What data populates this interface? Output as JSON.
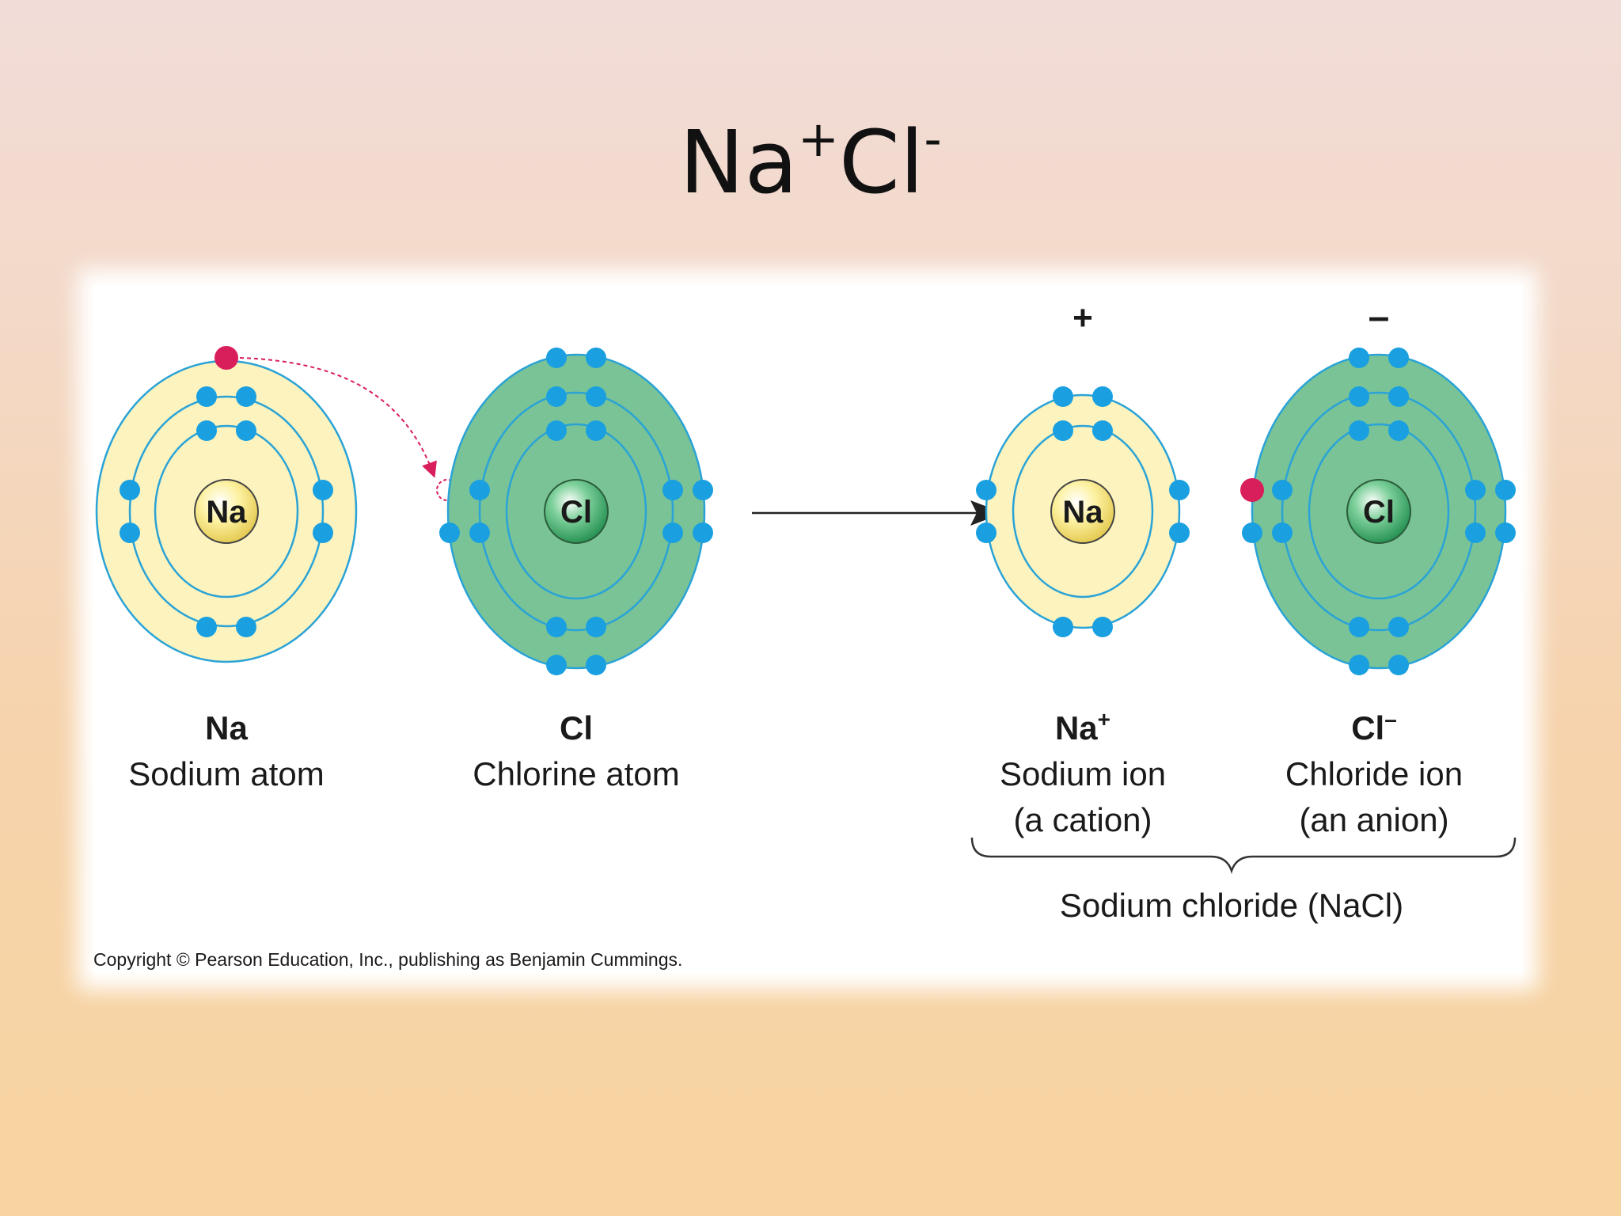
{
  "title": {
    "base1": "Na",
    "sup1": "+",
    "base2": "Cl",
    "sup2": "-"
  },
  "atoms": [
    {
      "symbol": "Na",
      "name": "Sodium atom",
      "nucleus": "Na"
    },
    {
      "symbol": "Cl",
      "name": "Chlorine atom",
      "nucleus": "Cl"
    }
  ],
  "ions": [
    {
      "charge": "+",
      "symbol": "Na",
      "sup": "+",
      "name": "Sodium ion",
      "type": "(a cation)",
      "nucleus": "Na"
    },
    {
      "charge": "–",
      "symbol": "Cl",
      "sup": "–",
      "name": "Chloride ion",
      "type": "(an anion)",
      "nucleus": "Cl"
    }
  ],
  "compound": "Sodium chloride (NaCl)",
  "copyright": "Copyright © Pearson Education, Inc., publishing as Benjamin Cummings.",
  "colors": {
    "electron": "#1aa0e0",
    "transferred_electron": "#d81e5b",
    "sodium_shell_fill": "#fcf3bf",
    "chlorine_shell_fill": "#79c397",
    "orbit_line": "#2aa3d6"
  }
}
